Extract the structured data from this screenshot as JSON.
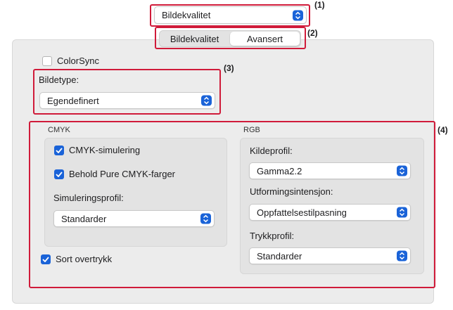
{
  "top_popup": {
    "value": "Bildekvalitet"
  },
  "tabs": [
    {
      "label": "Bildekvalitet"
    },
    {
      "label": "Avansert"
    }
  ],
  "callouts": {
    "c1": "(1)",
    "c2": "(2)",
    "c3": "(3)",
    "c4": "(4)"
  },
  "colorsync": {
    "label": "ColorSync",
    "checked": false
  },
  "bildetype": {
    "label": "Bildetype:",
    "value": "Egendefinert"
  },
  "cmyk": {
    "title": "CMYK",
    "sim_label": "CMYK-simulering",
    "pure_label": "Behold Pure CMYK-farger",
    "profile_label": "Simuleringsprofil:",
    "profile_value": "Standarder"
  },
  "sort_overtrykk": {
    "label": "Sort overtrykk"
  },
  "rgb": {
    "title": "RGB",
    "source_label": "Kildeprofil:",
    "source_value": "Gamma2.2",
    "intent_label": "Utformingsintensjon:",
    "intent_value": "Oppfattelsestilpasning",
    "print_label": "Trykkprofil:",
    "print_value": "Standarder"
  },
  "colors": {
    "accent": "#1a63d8",
    "highlight": "#d01b3a"
  }
}
